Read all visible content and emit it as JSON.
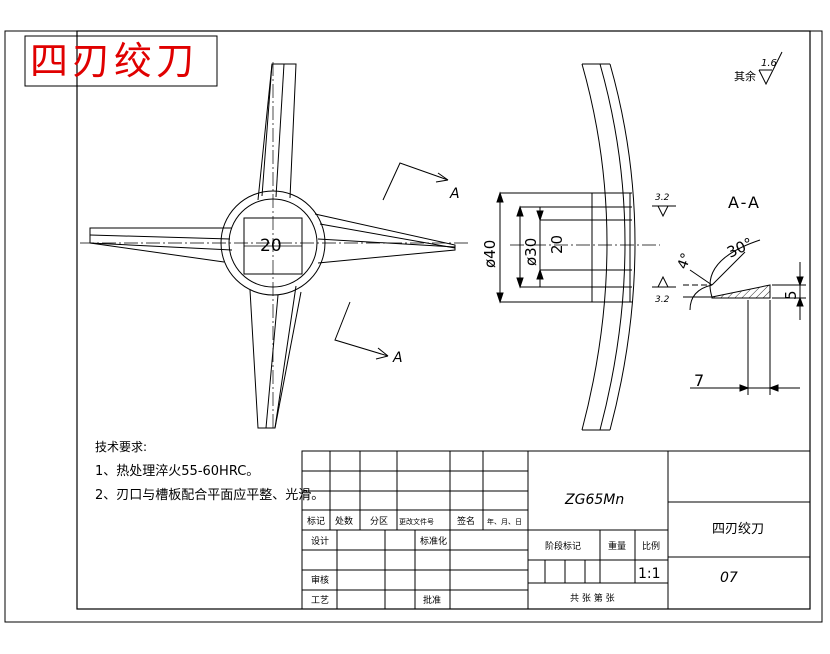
{
  "title": "四刃绞刀",
  "material": "ZG65Mn",
  "part_name": "四刃绞刀",
  "scale": "1:1",
  "drawing_no": "07",
  "surface_note": {
    "label": "其余",
    "value": "1.6"
  },
  "section_label": "A-A",
  "section_marks": {
    "top": "A",
    "bottom": "A"
  },
  "dims": {
    "square": "20",
    "d40": "ø40",
    "d30": "ø30",
    "h20": "20",
    "angle30": "30°",
    "angle4": "4°",
    "h5": "5",
    "w7": "7",
    "rough_top": "3.2",
    "rough_bot": "3.2"
  },
  "tech_req": {
    "heading": "技术要求:",
    "items": [
      "1、热处理淬火55-60HRC。",
      "2、刃口与槽板配合平面应平整、光滑。"
    ]
  },
  "title_block": {
    "row_labels": [
      "标记",
      "处数",
      "分区",
      "更改文件号",
      "签名",
      "年、月、日"
    ],
    "design": "设计",
    "standard": "标准化",
    "review": "审核",
    "process": "工艺",
    "approve": "批准",
    "stage": "阶段标记",
    "weight": "重量",
    "ratio": "比例",
    "sheets": "共  张  第  张"
  }
}
